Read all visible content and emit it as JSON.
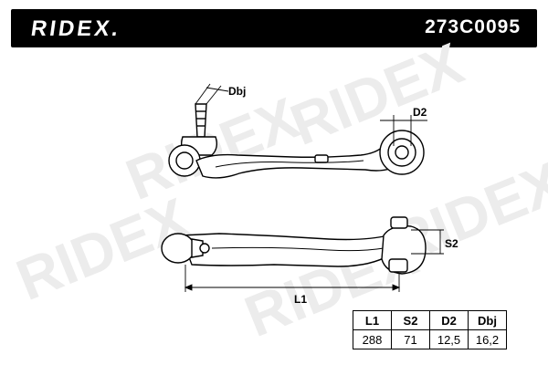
{
  "header": {
    "brand": "RIDEX.",
    "part_number": "273C0095"
  },
  "watermark": "RIDEX",
  "dimension_labels": {
    "dbj": "Dbj",
    "d2": "D2",
    "s2": "S2",
    "l1": "L1"
  },
  "specs": {
    "headers": [
      "L1",
      "S2",
      "D2",
      "Dbj"
    ],
    "values": [
      "288",
      "71",
      "12,5",
      "16,2"
    ]
  },
  "colors": {
    "header_bg": "#000000",
    "header_text": "#ffffff",
    "watermark": "#e6e6e6"
  }
}
